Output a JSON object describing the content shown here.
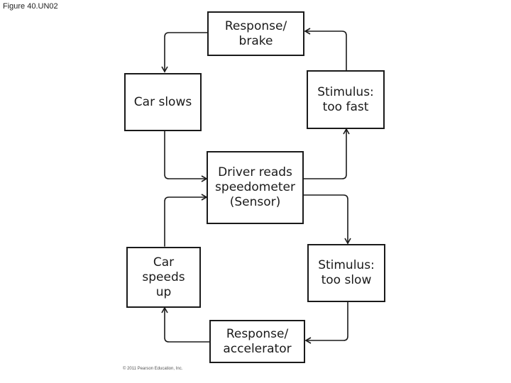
{
  "figure": {
    "caption": "Figure 40.UN02",
    "copyright": "© 2011 Pearson Education, Inc."
  },
  "diagram": {
    "nodes": {
      "response_brake": "Response/\nbrake",
      "car_slows": "Car slows",
      "stimulus_too_fast": "Stimulus:\ntoo fast",
      "sensor": "Driver reads\nspeedometer\n(Sensor)",
      "car_speeds_up": "Car\nspeeds\nup",
      "stimulus_too_slow": "Stimulus:\ntoo slow",
      "response_accelerator": "Response/\naccelerator"
    },
    "edges": [
      [
        "sensor",
        "stimulus_too_fast"
      ],
      [
        "stimulus_too_fast",
        "response_brake"
      ],
      [
        "response_brake",
        "car_slows"
      ],
      [
        "car_slows",
        "sensor"
      ],
      [
        "sensor",
        "stimulus_too_slow"
      ],
      [
        "stimulus_too_slow",
        "response_accelerator"
      ],
      [
        "response_accelerator",
        "car_speeds_up"
      ],
      [
        "car_speeds_up",
        "sensor"
      ]
    ],
    "line_color": "#1a1a1a"
  }
}
